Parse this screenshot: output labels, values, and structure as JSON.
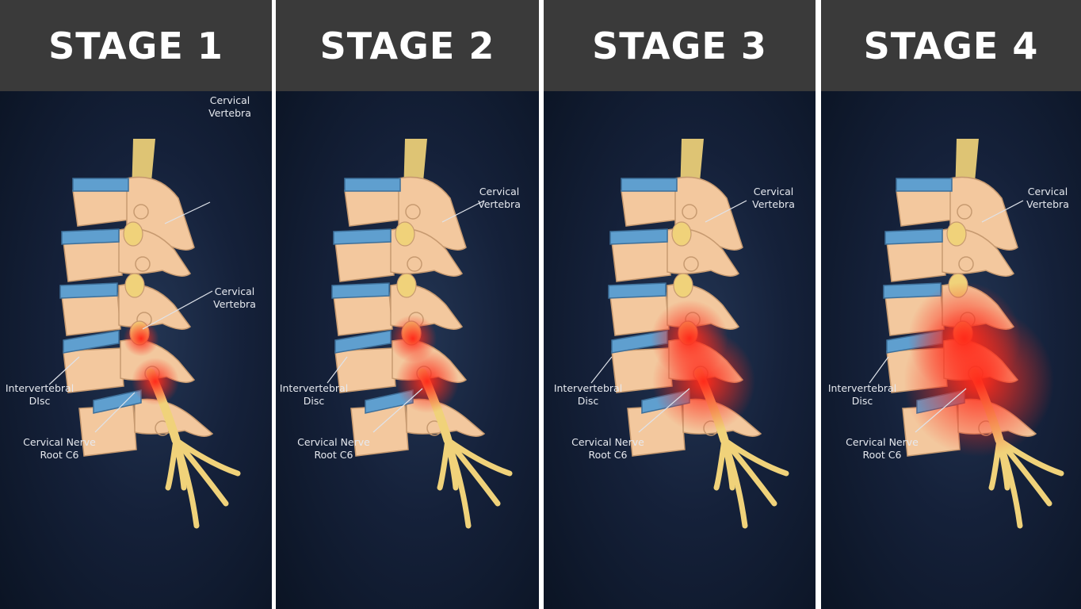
{
  "panels": [
    {
      "title": "STAGE 1",
      "severity": 1,
      "labels": {
        "top_vertebra": [
          "Cervical",
          "Vertebra"
        ],
        "mid_vertebra": [
          "Cervical",
          "Vertebra"
        ],
        "disc": [
          "Intervertebral",
          "DIsc"
        ],
        "nerve_root": [
          "Cervical Nerve",
          "Root C6"
        ]
      }
    },
    {
      "title": "STAGE 2",
      "severity": 2,
      "labels": {
        "top_vertebra": [
          "Cervical",
          "Vertebra"
        ],
        "disc": [
          "Intervertebral",
          "Disc"
        ],
        "nerve_root": [
          "Cervical Nerve",
          "Root C6"
        ]
      }
    },
    {
      "title": "STAGE 3",
      "severity": 3,
      "labels": {
        "top_vertebra": [
          "Cervical",
          "Vertebra"
        ],
        "disc": [
          "Intervertebral",
          "Disc"
        ],
        "nerve_root": [
          "Cervical Nerve",
          "Root C6"
        ]
      }
    },
    {
      "title": "STAGE 4",
      "severity": 4,
      "labels": {
        "top_vertebra": [
          "Cervical",
          "Vertebra"
        ],
        "disc": [
          "Intervertebral",
          "Disc"
        ],
        "nerve_root": [
          "Cervical Nerve",
          "Root C6"
        ]
      }
    }
  ],
  "colors": {
    "header": "#3a3a3a",
    "background": "#15213a",
    "bone": "#f3c89e",
    "bone_outline": "#c79a70",
    "disc": "#5f9fcf",
    "nerve": "#f0d27a",
    "inflammation": "#ff2a1a",
    "divider": "#ffffff"
  }
}
